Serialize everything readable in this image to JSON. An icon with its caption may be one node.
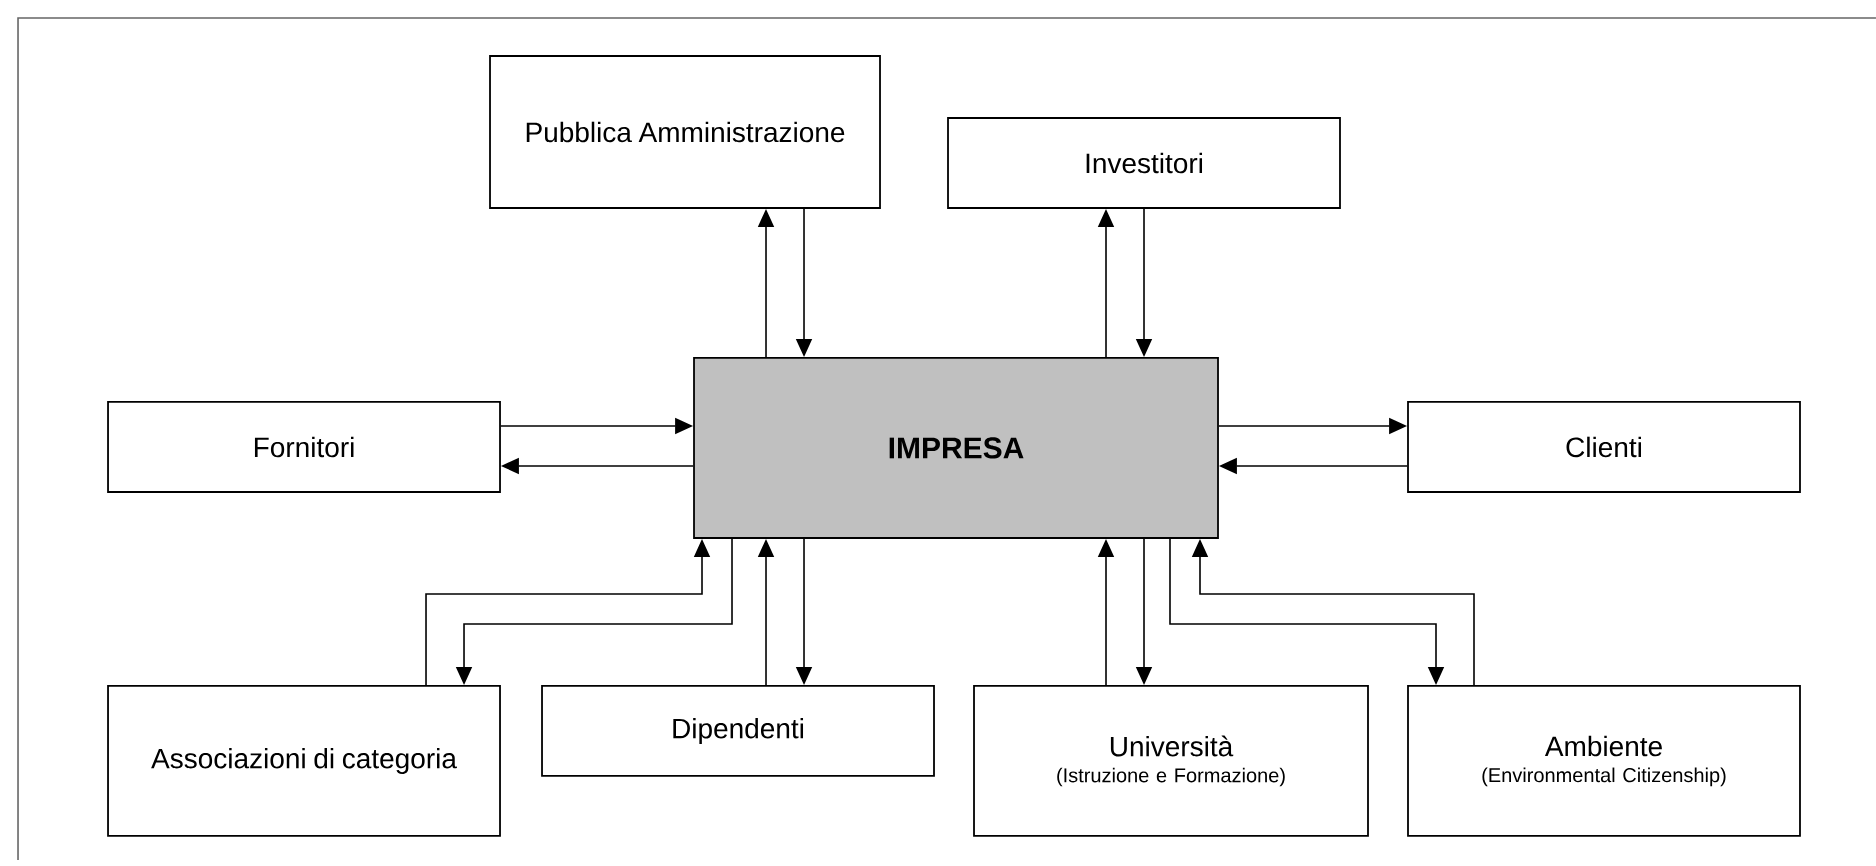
{
  "diagram": {
    "nodes": [
      {
        "text": [
          "Pubblica Amministrazione"
        ]
      },
      {
        "text": [
          "Investitori"
        ]
      },
      {
        "text": [
          "Fornitori"
        ]
      },
      {
        "text": [
          "IMPRESA"
        ]
      },
      {
        "text": [
          "Clienti"
        ]
      },
      {
        "text": [
          "Associazioni di categoria"
        ]
      },
      {
        "text": [
          "Dipendenti"
        ]
      },
      {
        "text": [
          "Università",
          "(Istruzione e Formazione)"
        ]
      },
      {
        "text": [
          "Ambiente",
          "(Environmental Citizenship)"
        ]
      }
    ],
    "edges": [
      {
        "from": 3,
        "to": 0,
        "arrow": "to"
      },
      {
        "from": 0,
        "to": 3,
        "arrow": "to"
      },
      {
        "from": 3,
        "to": 1,
        "arrow": "to"
      },
      {
        "from": 1,
        "to": 3,
        "arrow": "to"
      },
      {
        "from": 2,
        "to": 3,
        "arrow": "to"
      },
      {
        "from": 3,
        "to": 2,
        "arrow": "to"
      },
      {
        "from": 3,
        "to": 4,
        "arrow": "to"
      },
      {
        "from": 4,
        "to": 3,
        "arrow": "to"
      },
      {
        "from": 5,
        "to": 3,
        "arrow": "to"
      },
      {
        "from": 3,
        "to": 5,
        "arrow": "to"
      },
      {
        "from": 6,
        "to": 3,
        "arrow": "to"
      },
      {
        "from": 3,
        "to": 6,
        "arrow": "to"
      },
      {
        "from": 7,
        "to": 3,
        "arrow": "to"
      },
      {
        "from": 3,
        "to": 7,
        "arrow": "to"
      },
      {
        "from": 3,
        "to": 8,
        "arrow": "to"
      },
      {
        "from": 8,
        "to": 3,
        "arrow": "to"
      }
    ]
  }
}
